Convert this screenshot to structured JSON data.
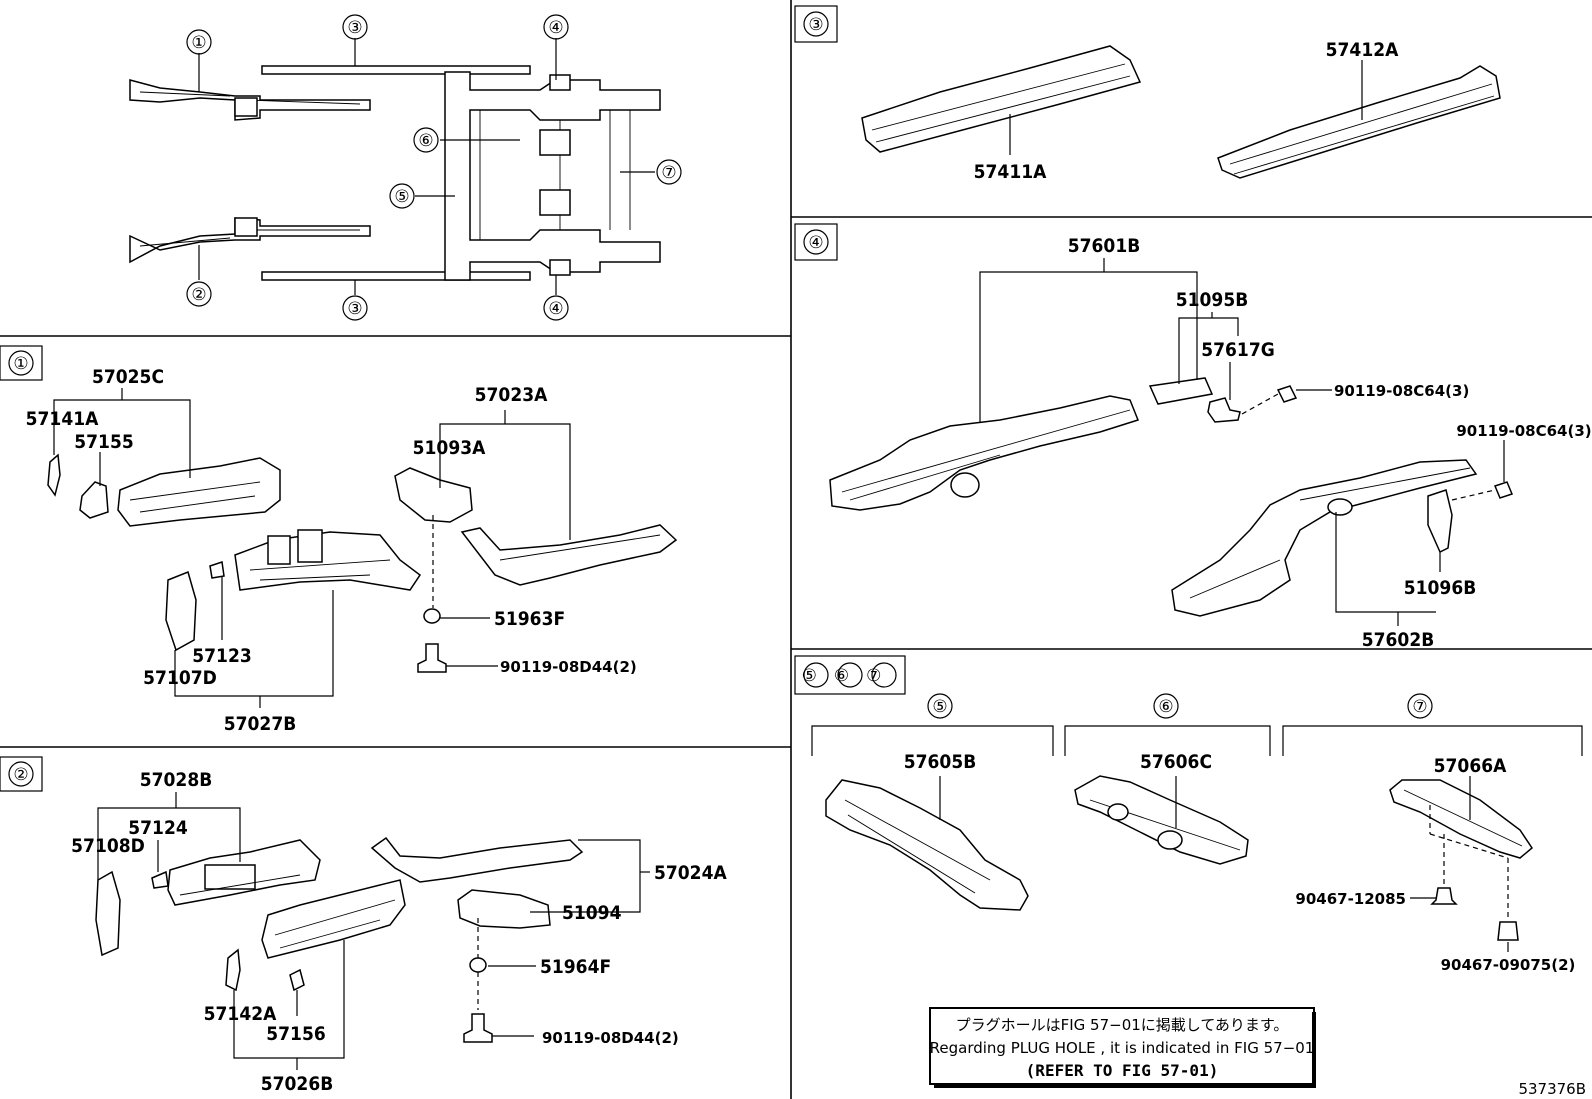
{
  "overview": {
    "callouts": [
      "①",
      "②",
      "③",
      "③",
      "④",
      "④",
      "⑤",
      "⑥",
      "⑦"
    ]
  },
  "section1": {
    "tag": "①",
    "labels": {
      "p57025C": "57025C",
      "p57141A": "57141A",
      "p57155": "57155",
      "p57023A": "57023A",
      "p51093A": "51093A",
      "p51963F": "51963F",
      "p90119_08D44": "90119-08D44(2)",
      "p57123": "57123",
      "p57107D": "57107D",
      "p57027B": "57027B"
    }
  },
  "section2": {
    "tag": "②",
    "labels": {
      "p57028B": "57028B",
      "p57124": "57124",
      "p57108D": "57108D",
      "p57024A": "57024A",
      "p51094": "51094",
      "p51964F": "51964F",
      "p90119_08D44": "90119-08D44(2)",
      "p57142A": "57142A",
      "p57156": "57156",
      "p57026B": "57026B"
    }
  },
  "section3": {
    "tag": "③",
    "labels": {
      "p57412A": "57412A",
      "p57411A": "57411A"
    }
  },
  "section4": {
    "tag": "④",
    "labels": {
      "p57601B": "57601B",
      "p51095B": "51095B",
      "p57617G": "57617G",
      "p90119_08C64_a": "90119-08C64(3)",
      "p90119_08C64_b": "90119-08C64(3)",
      "p51096B": "51096B",
      "p57602B": "57602B"
    }
  },
  "section567": {
    "tag": "⑤⑥⑦",
    "sub5": "⑤",
    "sub6": "⑥",
    "sub7": "⑦",
    "labels": {
      "p57605B": "57605B",
      "p57606C": "57606C",
      "p57066A": "57066A",
      "p90467_12085": "90467-12085",
      "p90467_09075": "90467-09075(2)"
    }
  },
  "note": {
    "jp": "プラグホールはFIG 57−01に掲載してあります。",
    "en": "Regarding  PLUG  HOLE , it is indicated in FIG  57−01",
    "ref": "(REFER TO FIG 57-01)"
  },
  "figure_id": "537376B"
}
